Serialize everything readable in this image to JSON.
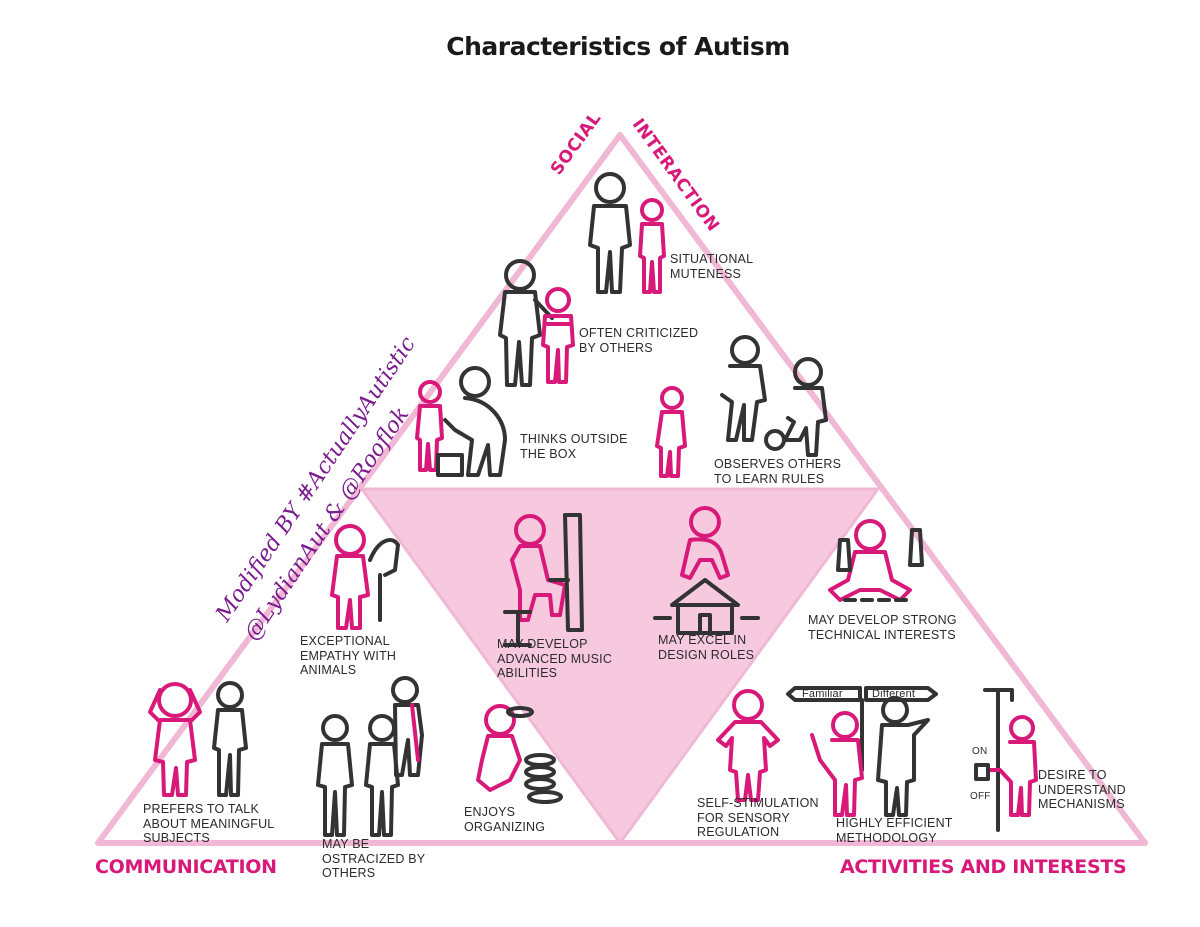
{
  "title": "Characteristics of Autism",
  "corners": {
    "communication": "COMMUNICATION",
    "activities": "ACTIVITIES AND INTERESTS"
  },
  "side_labels": {
    "social": "SOCIAL",
    "interaction": "INTERACTION"
  },
  "credit": {
    "line1": "Modified BY #ActuallyAutistic",
    "line2": "@LydianAut & @Rooflok"
  },
  "captions": {
    "situational_muteness": "SITUATIONAL\nMUTENESS",
    "often_criticized": "OFTEN CRITICIZED\nBY OTHERS",
    "thinks_outside": "THINKS OUTSIDE\nTHE BOX",
    "observes_others": "OBSERVES OTHERS\nTO LEARN RULES",
    "empathy_animals": "EXCEPTIONAL\nEMPATHY WITH\nANIMALS",
    "music_abilities": "MAY DEVELOP\nADVANCED MUSIC\nABILITIES",
    "design_roles": "MAY EXCEL IN\nDESIGN ROLES",
    "technical_interests": "MAY DEVELOP STRONG\nTECHNICAL INTERESTS",
    "meaningful_subjects": "PREFERS TO TALK\nABOUT MEANINGFUL\nSUBJECTS",
    "ostracized": "MAY BE\nOSTRACIZED BY\nOTHERS",
    "enjoys_organizing": "ENJOYS\nORGANIZING",
    "self_stimulation": "SELF-STIMULATION\nFOR SENSORY\nREGULATION",
    "efficient_methodology": "HIGHLY EFFICIENT\nMETHODOLOGY",
    "understand_mechanisms": "DESIRE TO\nUNDERSTAND\nMECHANISMS"
  },
  "signs": {
    "familiar": "Familiar",
    "different": "Different",
    "on": "ON",
    "off": "OFF"
  },
  "colors": {
    "accent": "#d8197a",
    "triangle_outline": "#f0b8d4",
    "inner_fill": "#f7c9df",
    "credit": "#7a1c8e"
  }
}
